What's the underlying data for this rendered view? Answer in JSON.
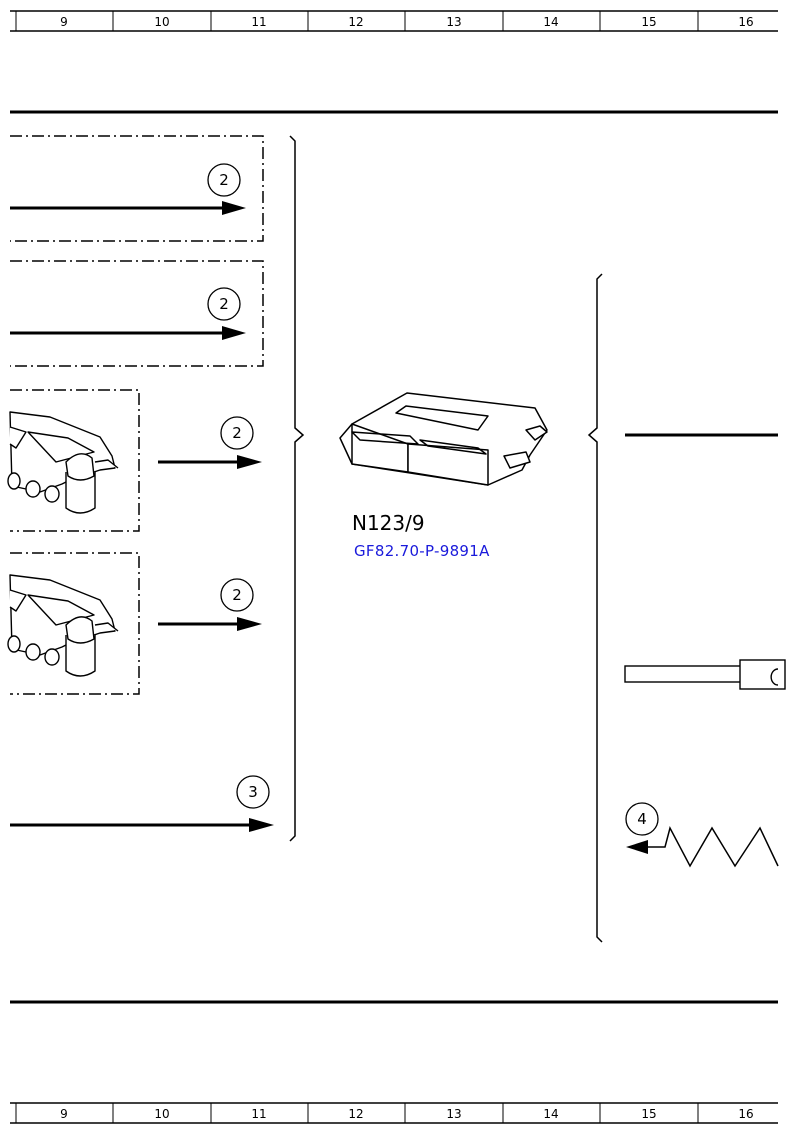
{
  "ruler": {
    "top": [
      "9",
      "10",
      "11",
      "12",
      "13",
      "14",
      "15",
      "16"
    ],
    "bottom": [
      "9",
      "10",
      "11",
      "12",
      "13",
      "14",
      "15",
      "16"
    ]
  },
  "callouts": {
    "c1": "2",
    "c2": "2",
    "c3": "2",
    "c4": "2",
    "c5": "3",
    "c6": "4"
  },
  "component": {
    "code": "N123/9",
    "reference": "GF82.70-P-9891A"
  },
  "colors": {
    "line": "#000000",
    "reference_link": "#1a1adb"
  }
}
